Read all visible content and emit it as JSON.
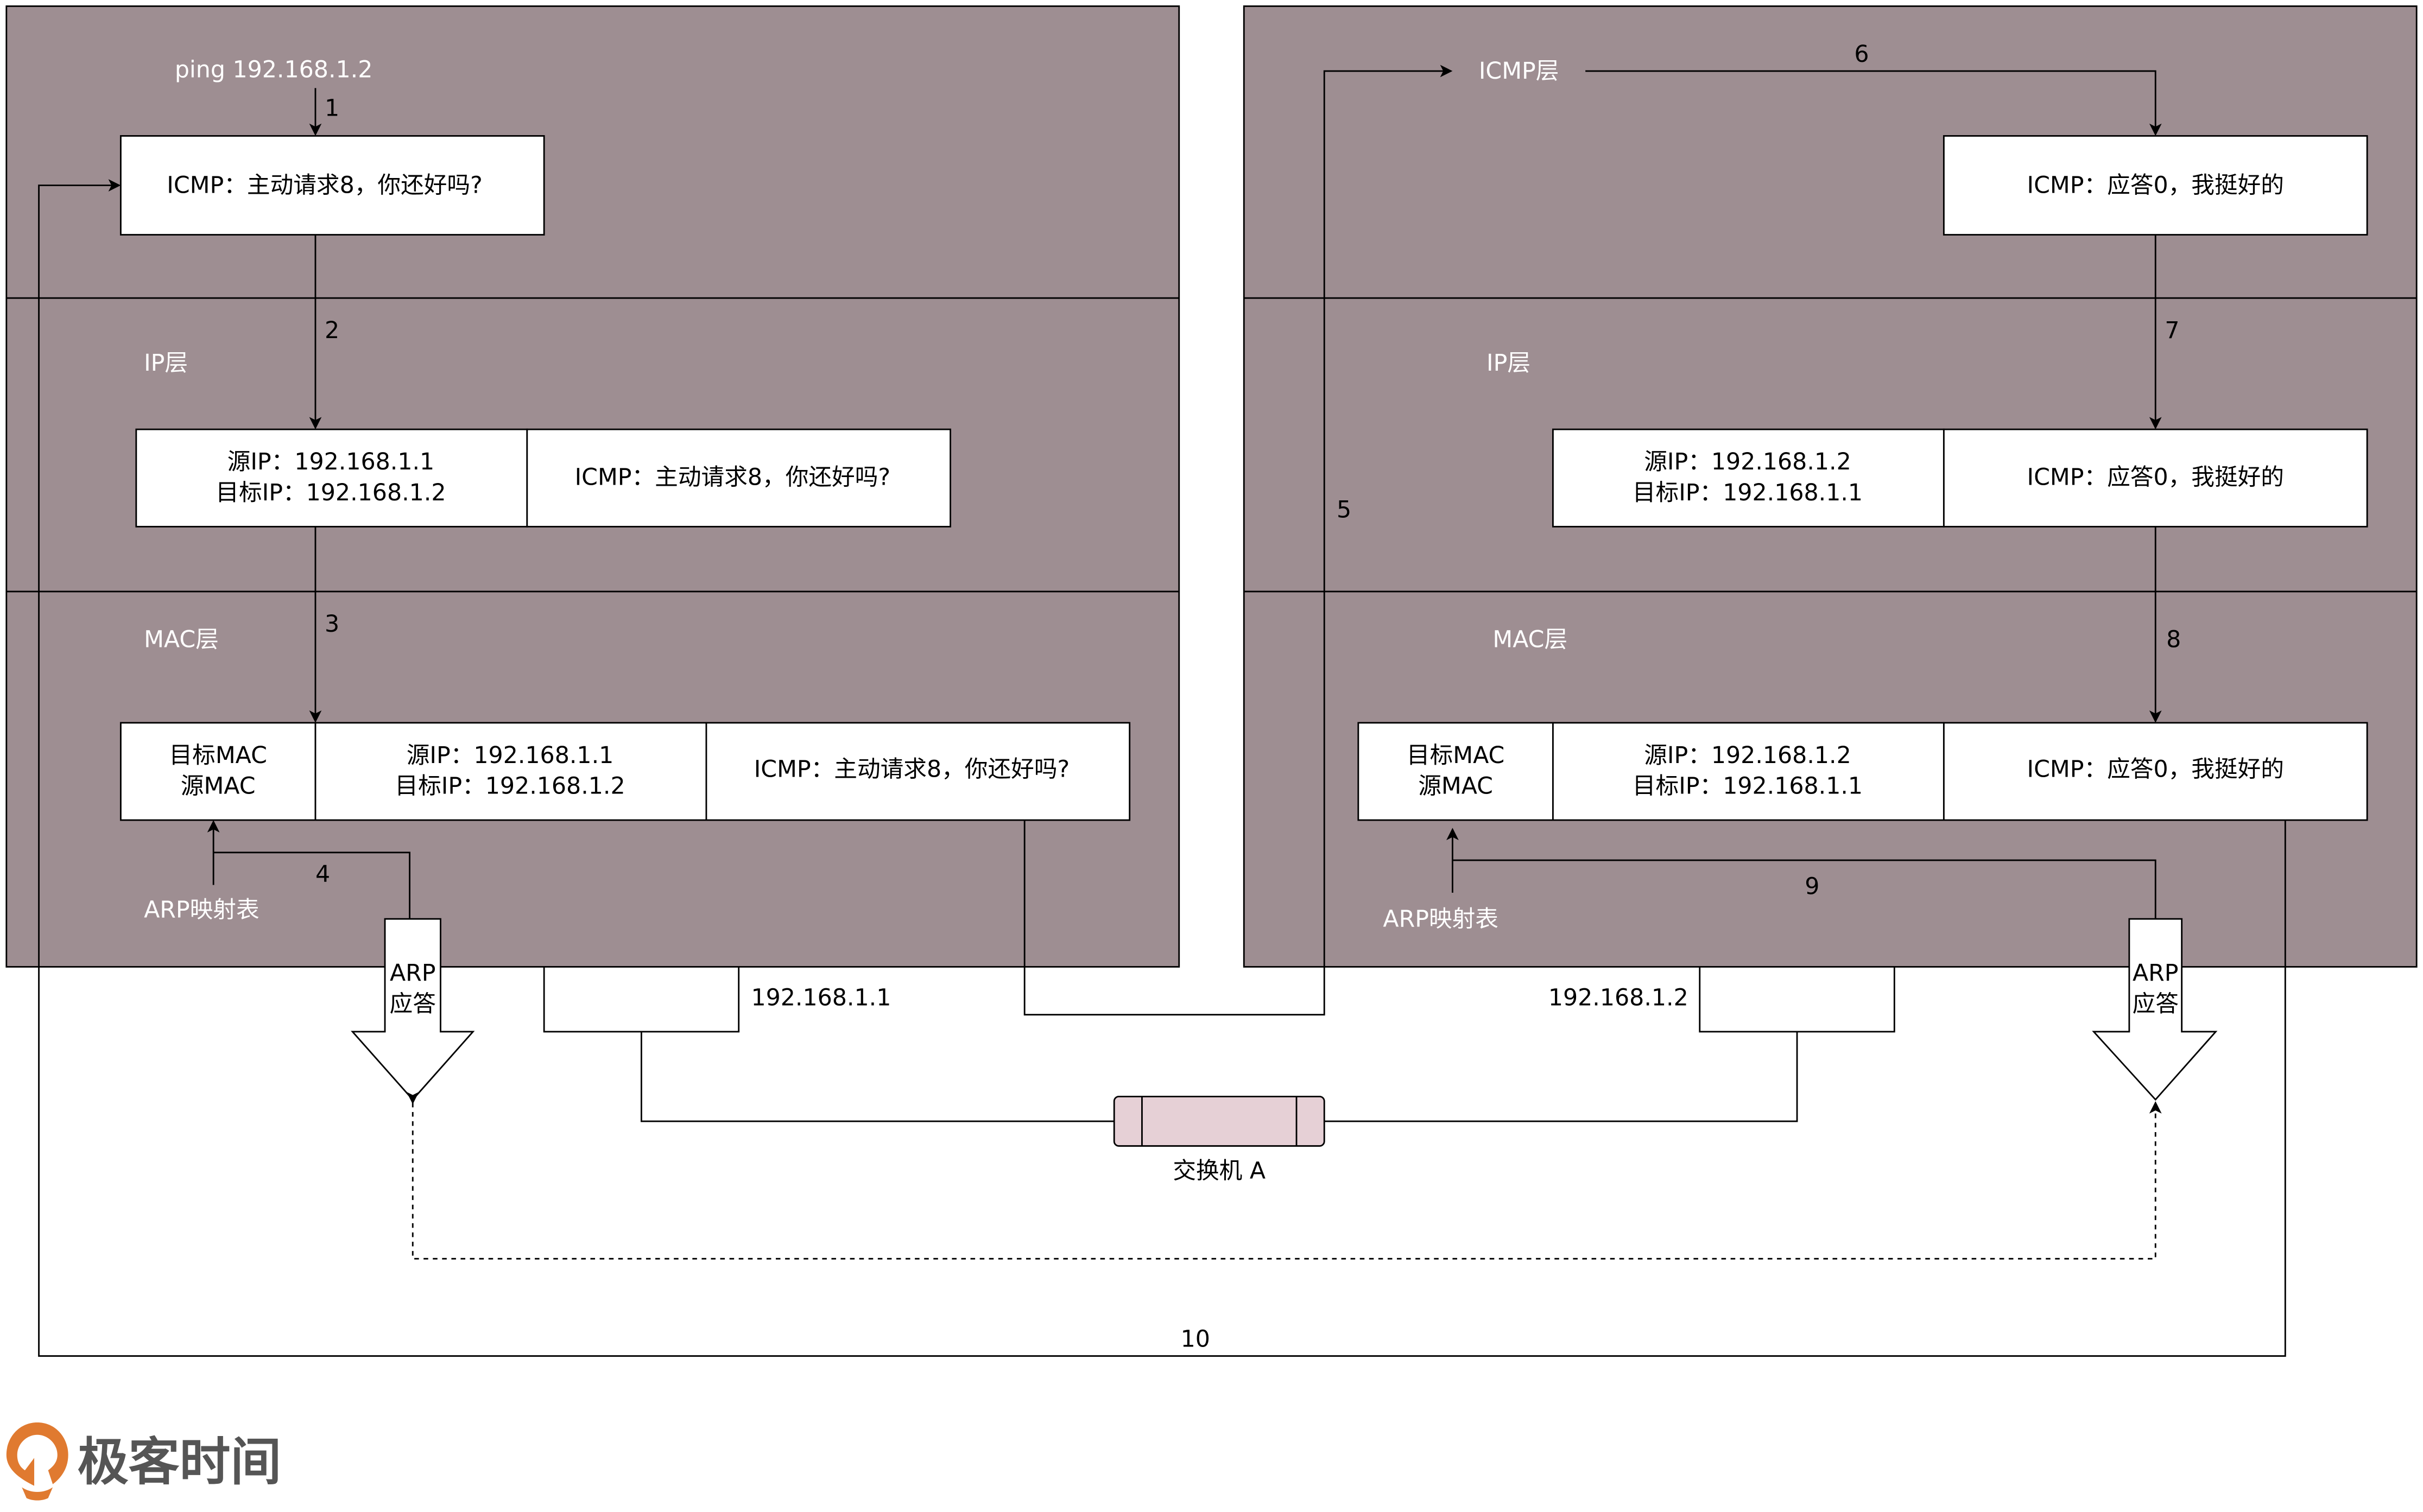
{
  "colors": {
    "panel": "#9e8e92",
    "switch": "#e6d0d6",
    "logo": "#e07a30"
  },
  "left_host": {
    "command": "ping 192.168.1.2",
    "icmp_box": "ICMP：主动请求8，你还好吗?",
    "ip_layer_label": "IP层",
    "ip_box": {
      "src": "源IP：192.168.1.1",
      "dst": "目标IP：192.168.1.2",
      "icmp": "ICMP：主动请求8，你还好吗?"
    },
    "mac_layer_label": "MAC层",
    "mac_box": {
      "dst_mac": "目标MAC",
      "src_mac": "源MAC",
      "src": "源IP：192.168.1.1",
      "dst": "目标IP：192.168.1.2",
      "icmp": "ICMP：主动请求8，你还好吗?"
    },
    "arp_table": "ARP映射表",
    "arp_reply": [
      "ARP",
      "应答"
    ],
    "ip": "192.168.1.1"
  },
  "right_host": {
    "icmp_layer_label": "ICMP层",
    "icmp_box": "ICMP：应答0，我挺好的",
    "ip_layer_label": "IP层",
    "ip_box": {
      "src": "源IP：192.168.1.2",
      "dst": "目标IP：192.168.1.1",
      "icmp": "ICMP：应答0，我挺好的"
    },
    "mac_layer_label": "MAC层",
    "mac_box": {
      "dst_mac": "目标MAC",
      "src_mac": "源MAC",
      "src": "源IP：192.168.1.2",
      "dst": "目标IP：192.168.1.1",
      "icmp": "ICMP：应答0，我挺好的"
    },
    "arp_table": "ARP映射表",
    "arp_reply": [
      "ARP",
      "应答"
    ],
    "ip": "192.168.1.2"
  },
  "switch": {
    "label": "交换机 A"
  },
  "steps": [
    "1",
    "2",
    "3",
    "4",
    "5",
    "6",
    "7",
    "8",
    "9",
    "10"
  ],
  "logo": {
    "text": "极客时间"
  }
}
